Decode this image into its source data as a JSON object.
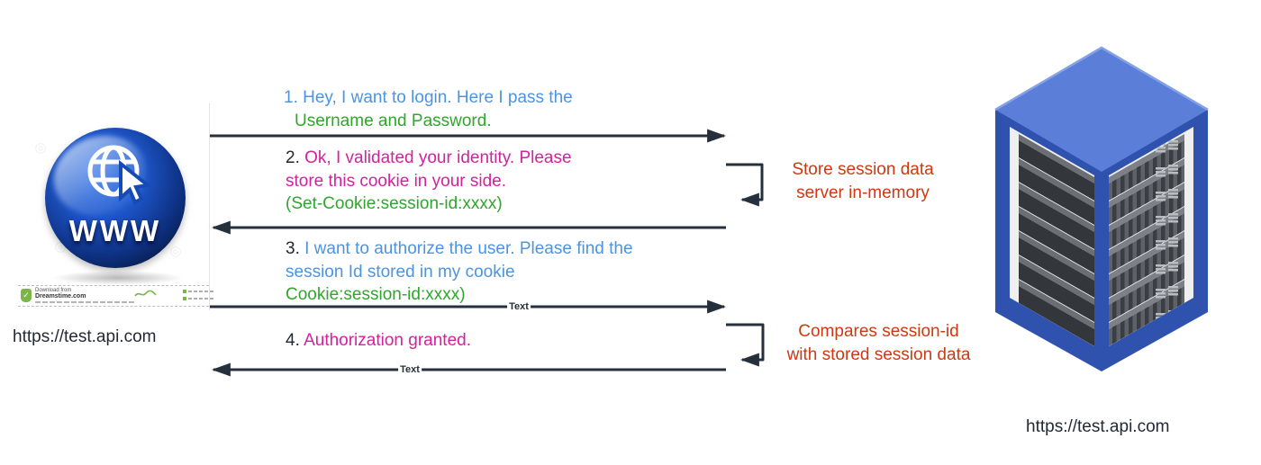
{
  "palette": {
    "blue_text": "#4d94e0",
    "green_text": "#2fa62c",
    "magenta_text": "#d4219e",
    "dark_text": "#1f2732",
    "orange_text": "#cc3a12",
    "arrow": "#26303c",
    "server_frame_blue": "#2e52ae",
    "server_top_blue": "#5b7fd8"
  },
  "client": {
    "url": "https://test.api.com",
    "sphere_label": "WWW",
    "watermark_line1": "Download from",
    "watermark_line2": "Dreamstime.com"
  },
  "server": {
    "url": "https://test.api.com"
  },
  "messages": [
    {
      "lines": [
        {
          "segments": [
            {
              "text": "1. Hey, I want to login. Here I pass the",
              "color": "#4d94e0"
            }
          ]
        },
        {
          "segments": [
            {
              "text": "Username and Password.",
              "color": "#2fa62c"
            }
          ]
        }
      ]
    },
    {
      "lines": [
        {
          "segments": [
            {
              "text": "2. ",
              "color": "#1f2732"
            },
            {
              "text": "Ok, I validated your identity. Please",
              "color": "#d4219e"
            }
          ]
        },
        {
          "segments": [
            {
              "text": "store this cookie in your side.",
              "color": "#d4219e"
            }
          ]
        },
        {
          "segments": [
            {
              "text": "(Set-Cookie:session-id:xxxx)",
              "color": "#2fa62c"
            }
          ]
        }
      ]
    },
    {
      "lines": [
        {
          "segments": [
            {
              "text": "3. ",
              "color": "#1f2732"
            },
            {
              "text": "I want to authorize the user. Please find the",
              "color": "#4d94e0"
            }
          ]
        },
        {
          "segments": [
            {
              "text": "session Id stored in my cookie",
              "color": "#4d94e0"
            }
          ]
        },
        {
          "segments": [
            {
              "text": "Cookie:session-id:xxxx)",
              "color": "#2fa62c"
            }
          ]
        }
      ]
    },
    {
      "lines": [
        {
          "segments": [
            {
              "text": "4. ",
              "color": "#1f2732"
            },
            {
              "text": "Authorization granted.",
              "color": "#d4219e"
            }
          ]
        }
      ]
    }
  ],
  "arrows": [
    {
      "direction": "right",
      "label": ""
    },
    {
      "direction": "left",
      "label": ""
    },
    {
      "direction": "right",
      "label": "Text"
    },
    {
      "direction": "left",
      "label": "Text"
    }
  ],
  "server_actions": [
    {
      "line1": "Store session data",
      "line2": "server in-memory"
    },
    {
      "line1": "Compares session-id",
      "line2": "with stored session data"
    }
  ]
}
